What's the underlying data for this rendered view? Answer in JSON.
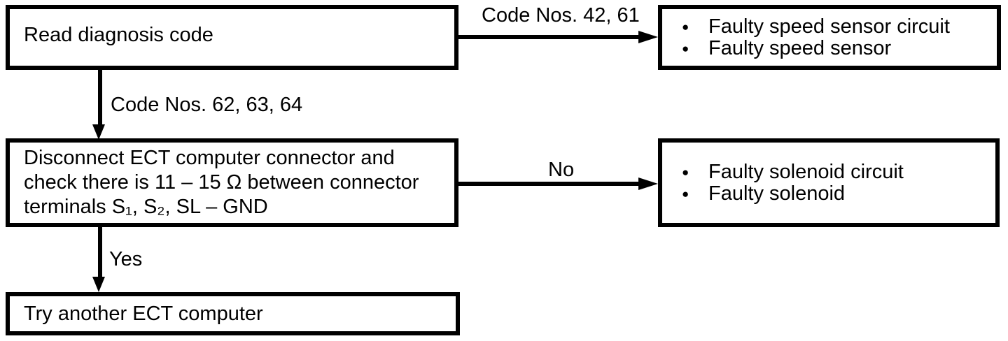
{
  "nodes": {
    "read_code": {
      "text": "Read diagnosis code"
    },
    "speed_sensor": {
      "items": [
        "Faulty speed sensor circuit",
        "Faulty speed sensor"
      ]
    },
    "disconnect": {
      "lines": [
        "Disconnect ECT computer connector and",
        "check there is 11 – 15 Ω between connector",
        "terminals S₁, S₂, SL – GND"
      ]
    },
    "solenoid": {
      "items": [
        "Faulty solenoid circuit",
        "Faulty solenoid"
      ]
    },
    "try_another": {
      "text": "Try another ECT computer"
    }
  },
  "edges": {
    "code_42_61": {
      "label": "Code Nos. 42, 61"
    },
    "code_62_63_64": {
      "label": "Code Nos. 62, 63, 64"
    },
    "no": {
      "label": "No"
    },
    "yes": {
      "label": "Yes"
    }
  },
  "ui": {
    "bullet_glyph": "●"
  },
  "colors": {
    "line": "#000000",
    "background": "#ffffff"
  }
}
